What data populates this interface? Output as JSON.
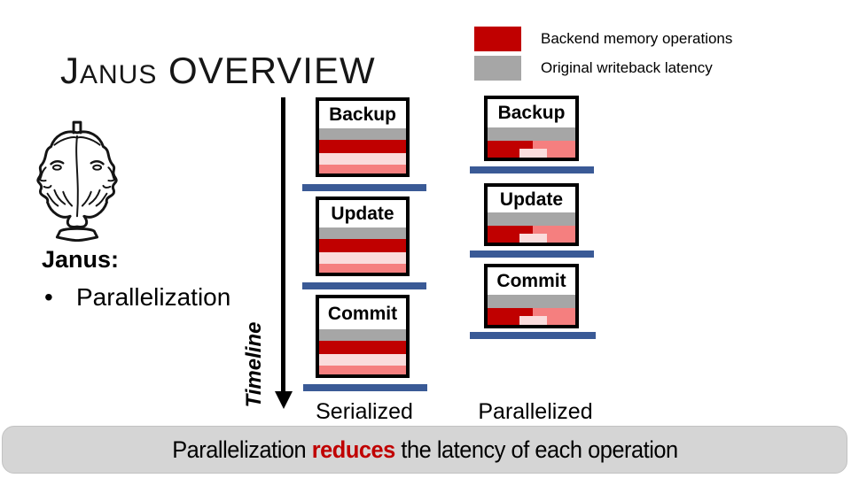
{
  "title": {
    "lead": "J",
    "small": "ANUS",
    "rest": " OVERVIEW"
  },
  "legend": {
    "items": [
      {
        "label": "Backend memory operations",
        "color": "#C00000"
      },
      {
        "label": "Original writeback latency",
        "color": "#A6A6A6"
      }
    ]
  },
  "janus": {
    "heading": "Janus:",
    "bullet": "•",
    "item": "Parallelization"
  },
  "timeline": {
    "label": "Timeline"
  },
  "serialized": {
    "boxes": [
      "Backup",
      "Update",
      "Commit"
    ],
    "caption": "Serialized"
  },
  "parallelized": {
    "boxes": [
      "Backup",
      "Update",
      "Commit"
    ],
    "caption": "Parallelized"
  },
  "banner": {
    "prefix": "Parallelization ",
    "highlight": "reduces",
    "suffix": " the latency of each operation"
  },
  "colors": {
    "dark_red": "#C00000",
    "gray": "#A6A6A6",
    "salmon": "#F57F7F",
    "light_pink": "#FADCDC",
    "blue_bar": "#3A5A96",
    "banner_bg": "#D5D5D5",
    "banner_highlight": "#C00000"
  }
}
